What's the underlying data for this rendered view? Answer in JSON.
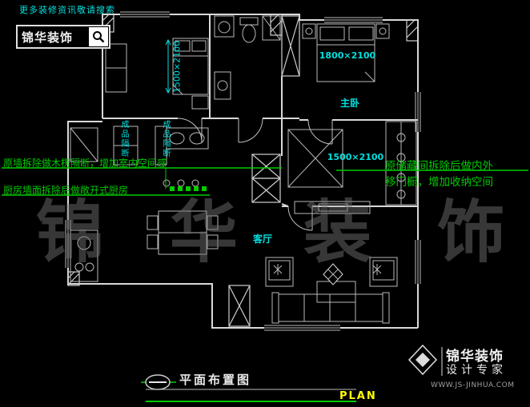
{
  "colors": {
    "background": "#000000",
    "wall": "#d9d9d9",
    "dimension_cyan": "#00e0e0",
    "annotation_green": "#00cc00",
    "plan_yellow": "#ffff00",
    "watermark_gray": "#6e6e6e"
  },
  "header": {
    "tagline": "更多装修资讯敬请搜索",
    "brand": "锦华装饰"
  },
  "plan": {
    "rooms": {
      "master_bedroom": "主卧",
      "living_room": "客厅"
    },
    "partitions": {
      "left": "成品隔断",
      "right": "成品隔断"
    },
    "dimensions": {
      "left_bedroom": "1500×2100",
      "master_bedroom": "1800×2100",
      "study": "1500×2100"
    },
    "annotations": {
      "wall_removal": "原墙拆除做木楞隔断，增加室内空间感",
      "kitchen": "厨房墙面拆除后做敞开式厨房",
      "storage_line1": "原储藏间拆除后做内外",
      "storage_line2": "移门橱，增加收纳空间"
    }
  },
  "footer": {
    "drawing_title": "平面布置图",
    "plan_label": "PLAN"
  },
  "brand_block": {
    "name": "锦华装饰",
    "tagline": "设计专家",
    "website": "WWW.JS-JINHUA.COM"
  },
  "watermark": "锦华装饰"
}
